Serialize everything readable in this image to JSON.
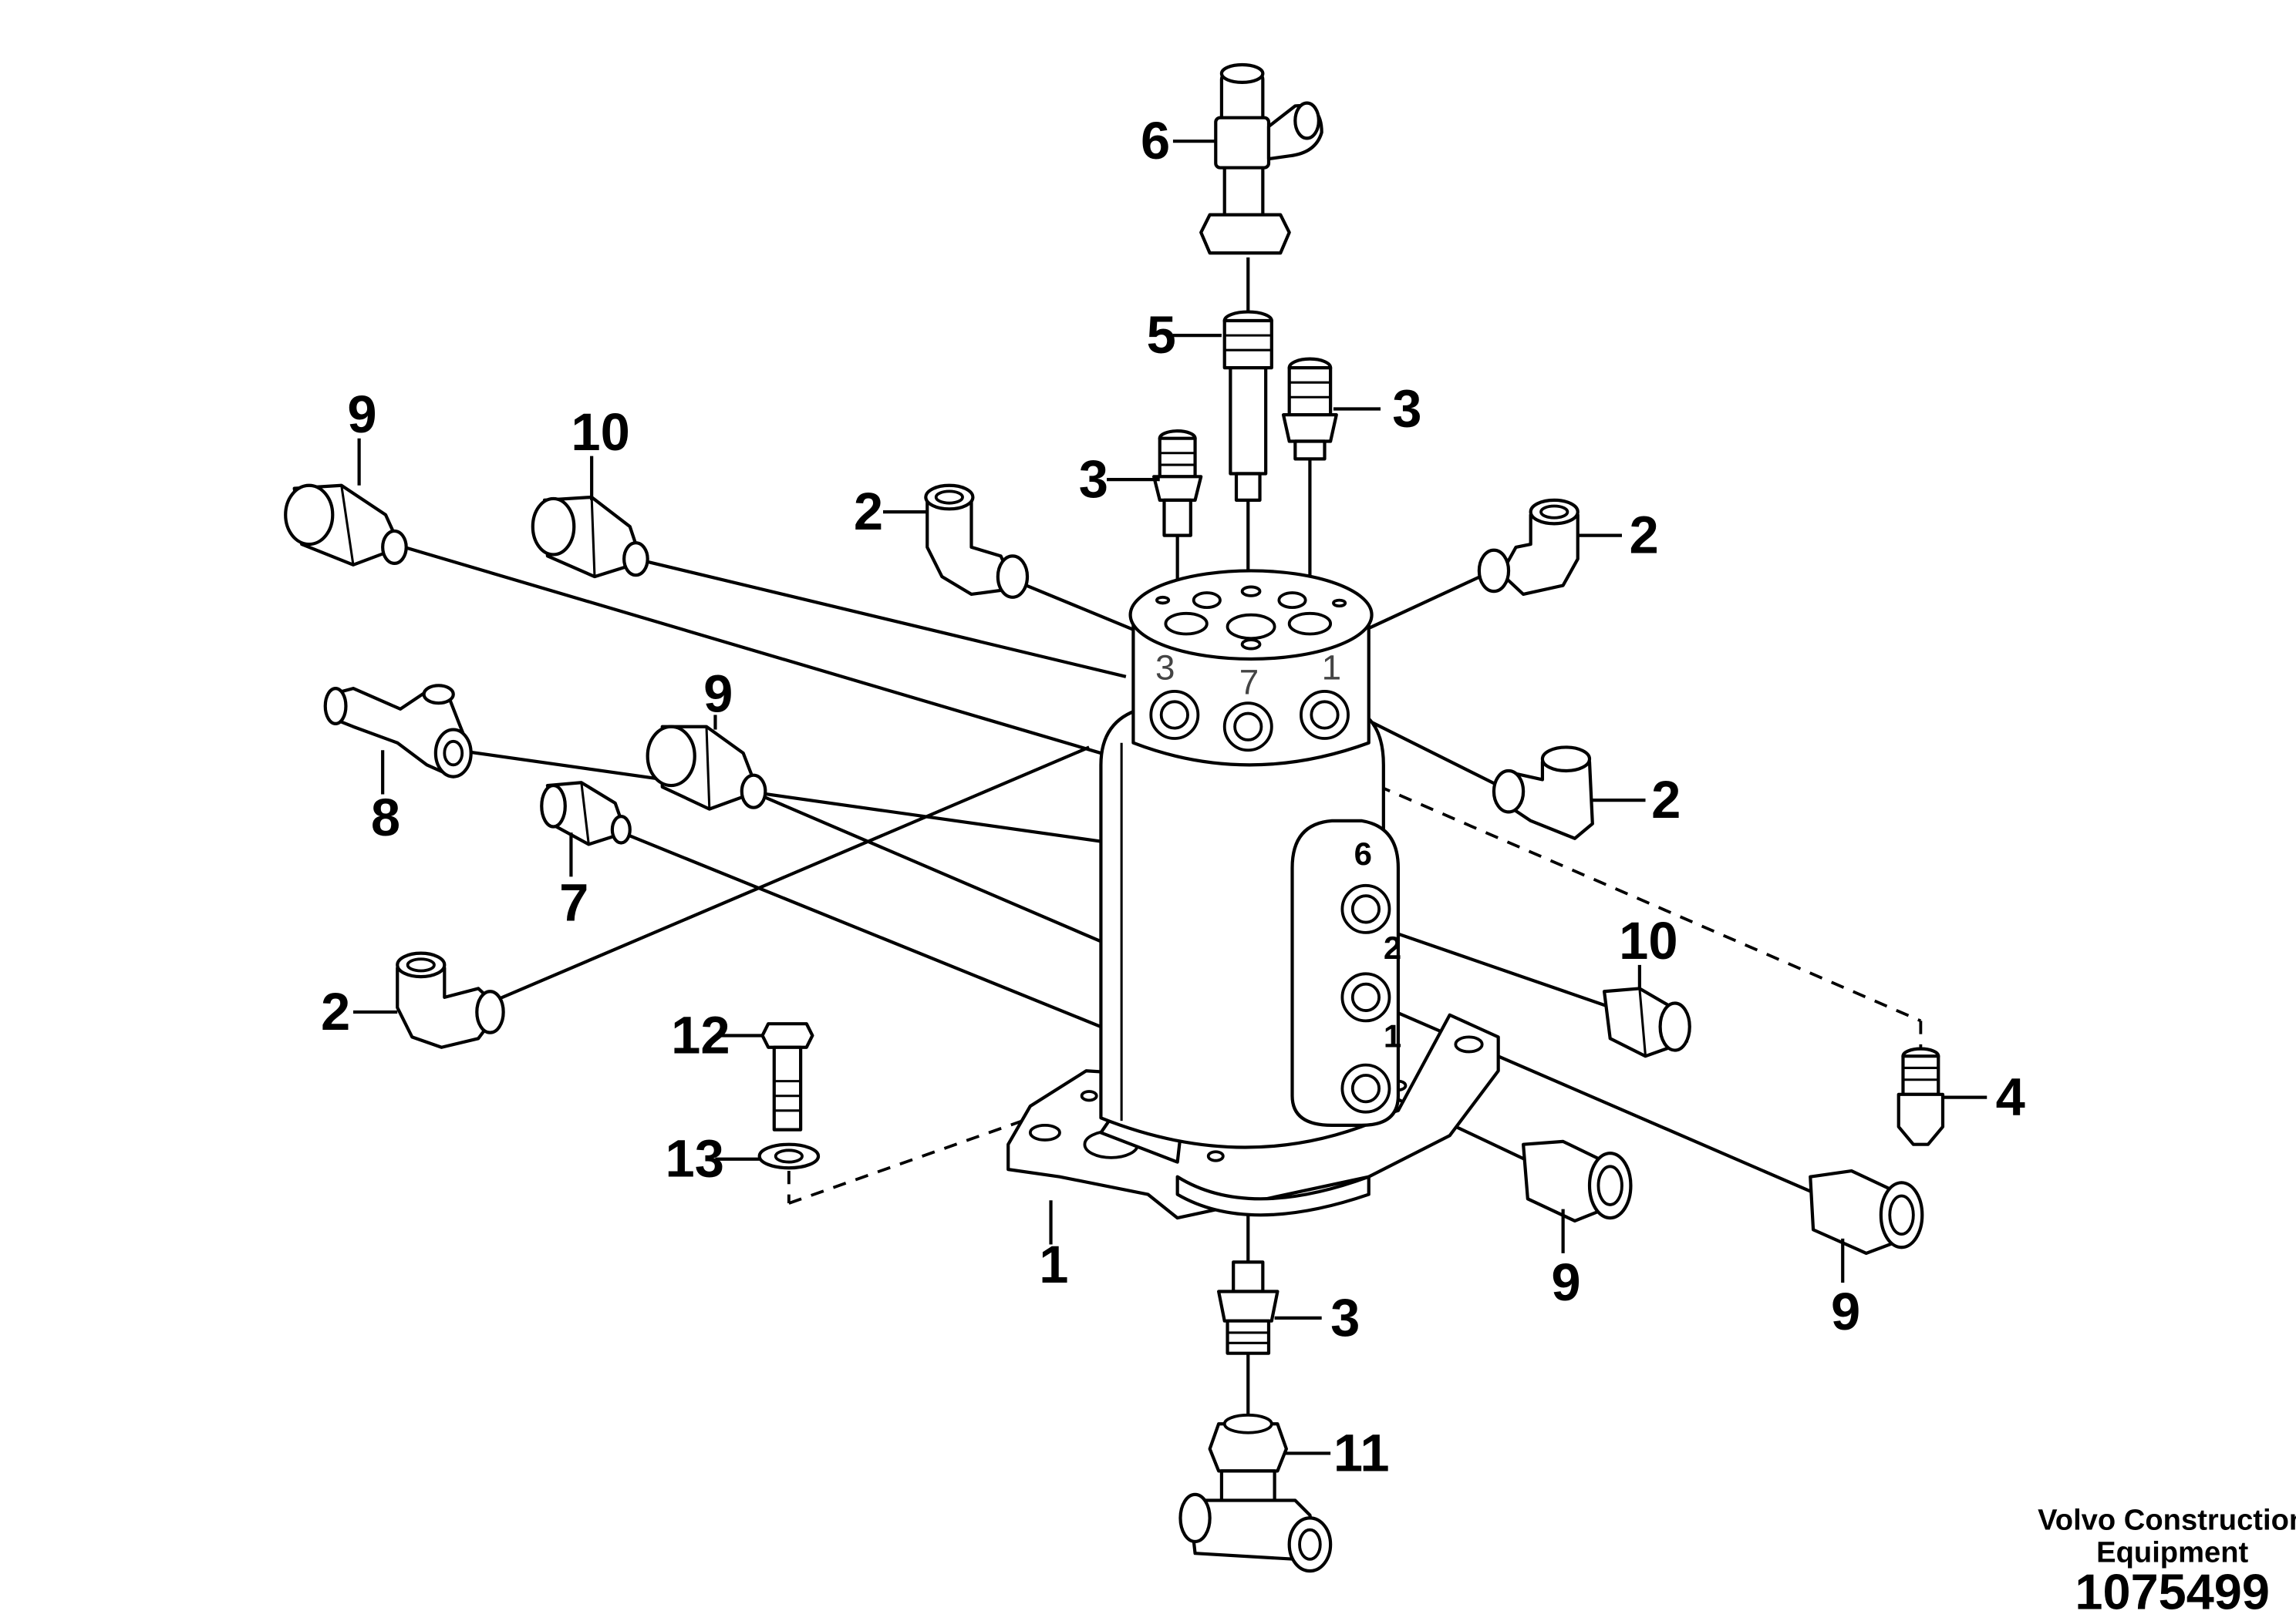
{
  "callouts": [
    {
      "id": "c-6",
      "text": "6"
    },
    {
      "id": "c-5",
      "text": "5"
    },
    {
      "id": "c-3a",
      "text": "3"
    },
    {
      "id": "c-3b",
      "text": "3"
    },
    {
      "id": "c-9a",
      "text": "9"
    },
    {
      "id": "c-10a",
      "text": "10"
    },
    {
      "id": "c-2a",
      "text": "2"
    },
    {
      "id": "c-2b",
      "text": "2"
    },
    {
      "id": "c-2c",
      "text": "2"
    },
    {
      "id": "c-9b",
      "text": "9"
    },
    {
      "id": "c-8",
      "text": "8"
    },
    {
      "id": "c-7",
      "text": "7"
    },
    {
      "id": "c-2d",
      "text": "2"
    },
    {
      "id": "c-12",
      "text": "12"
    },
    {
      "id": "c-13",
      "text": "13"
    },
    {
      "id": "c-10b",
      "text": "10"
    },
    {
      "id": "c-4",
      "text": "4"
    },
    {
      "id": "c-1",
      "text": "1"
    },
    {
      "id": "c-3c",
      "text": "3"
    },
    {
      "id": "c-9c",
      "text": "9"
    },
    {
      "id": "c-9d",
      "text": "9"
    },
    {
      "id": "c-11",
      "text": "11"
    }
  ],
  "port_labels": {
    "top_3": "3",
    "top_7": "7",
    "top_1": "1",
    "side_6": "6",
    "side_2": "2",
    "side_1": "1"
  },
  "footer": {
    "company_line1": "Volvo Construction",
    "company_line2": "Equipment",
    "drawing_number": "1075499"
  }
}
